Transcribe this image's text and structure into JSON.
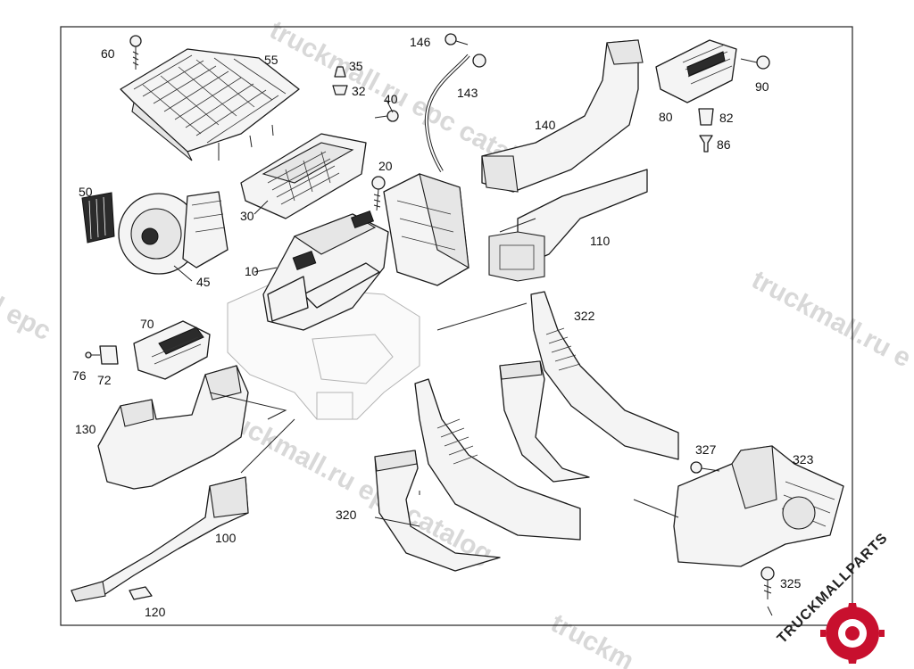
{
  "diagram": {
    "labels": {
      "p10": "10",
      "p20": "20",
      "p30": "30",
      "p32": "32",
      "p35": "35",
      "p40": "40",
      "p45": "45",
      "p50": "50",
      "p55": "55",
      "p60": "60",
      "p70": "70",
      "p72": "72",
      "p76": "76",
      "p80": "80",
      "p82": "82",
      "p86": "86",
      "p90": "90",
      "p100": "100",
      "p110": "110",
      "p120": "120",
      "p130": "130",
      "p140": "140",
      "p143": "143",
      "p146": "146",
      "p320": "320",
      "p322": "322",
      "p323": "323",
      "p325": "325",
      "p327": "327"
    }
  },
  "watermark": {
    "text_1": "truckmall.ru epc catalog",
    "text_2": "truckmall.ru epc catalog",
    "text_3": "truckmall.ru e",
    "text_4": "l epc",
    "text_5": "truckm"
  },
  "logo": {
    "text": "TRUCKMALLPARTS",
    "colors": {
      "accent": "#c8102e",
      "dark": "#222222"
    }
  }
}
